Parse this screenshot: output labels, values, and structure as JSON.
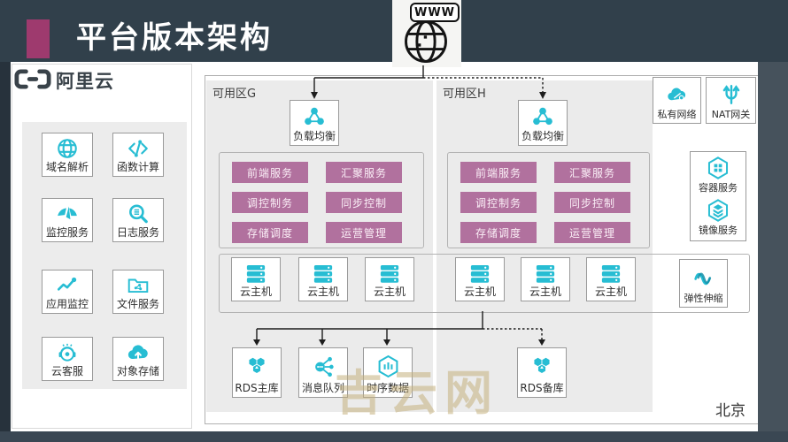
{
  "page": {
    "title": "平台版本架构",
    "www_label": "WWW",
    "www_icon": "www-globe-icon",
    "logo_text": "阿里云",
    "logo_icon": "alibaba-cloud-logo-icon",
    "region_label": "北京",
    "watermark": "吉云网"
  },
  "colors": {
    "header_bg": "#31404b",
    "accent_magenta": "#9e3a6e",
    "icon_cyan": "#27bdd3",
    "service_purple": "#b1719e",
    "zone_bg": "#ebebeb"
  },
  "sidebar": {
    "items": [
      {
        "label": "域名解析",
        "icon": "dns-globe-icon"
      },
      {
        "label": "函数计算",
        "icon": "function-compute-icon"
      },
      {
        "label": "监控服务",
        "icon": "monitor-gauge-icon"
      },
      {
        "label": "日志服务",
        "icon": "log-search-icon"
      },
      {
        "label": "应用监控",
        "icon": "app-monitor-chart-icon"
      },
      {
        "label": "文件服务",
        "icon": "file-service-folder-icon"
      },
      {
        "label": "云客服",
        "icon": "cloud-support-headset-icon"
      },
      {
        "label": "对象存储",
        "icon": "object-storage-cloud-icon"
      }
    ]
  },
  "zones": [
    {
      "label": "可用区G",
      "load_balancer": "负载均衡",
      "lb_icon": "load-balancer-icon",
      "host_icon": "cloud-host-server-icon",
      "services": [
        "前端服务",
        "汇聚服务",
        "调控制务",
        "同步控制",
        "存储调度",
        "运营管理"
      ],
      "hosts": [
        "云主机",
        "云主机",
        "云主机"
      ],
      "databases": [
        {
          "label": "RDS主库",
          "icon": "rds-icon"
        },
        {
          "label": "消息队列",
          "icon": "message-queue-icon"
        },
        {
          "label": "时序数据",
          "icon": "time-series-icon"
        }
      ]
    },
    {
      "label": "可用区H",
      "load_balancer": "负载均衡",
      "lb_icon": "load-balancer-icon",
      "host_icon": "cloud-host-server-icon",
      "services": [
        "前端服务",
        "汇聚服务",
        "调控制务",
        "同步控制",
        "存储调度",
        "运营管理"
      ],
      "hosts": [
        "云主机",
        "云主机",
        "云主机"
      ],
      "databases": [
        {
          "label": "RDS备库",
          "icon": "rds-icon"
        }
      ]
    }
  ],
  "right_panel": {
    "vpc_label": "私有网络",
    "vpc_icon": "vpc-cloud-icon",
    "nat_label": "NAT网关",
    "nat_icon": "nat-gateway-icon",
    "container_service_label": "容器服务",
    "container_service_icon": "container-service-hexagon-icon",
    "image_service_label": "镜像服务",
    "image_service_icon": "image-service-layers-icon",
    "scaling_label": "弹性伸缩",
    "scaling_icon": "auto-scaling-wave-icon"
  }
}
